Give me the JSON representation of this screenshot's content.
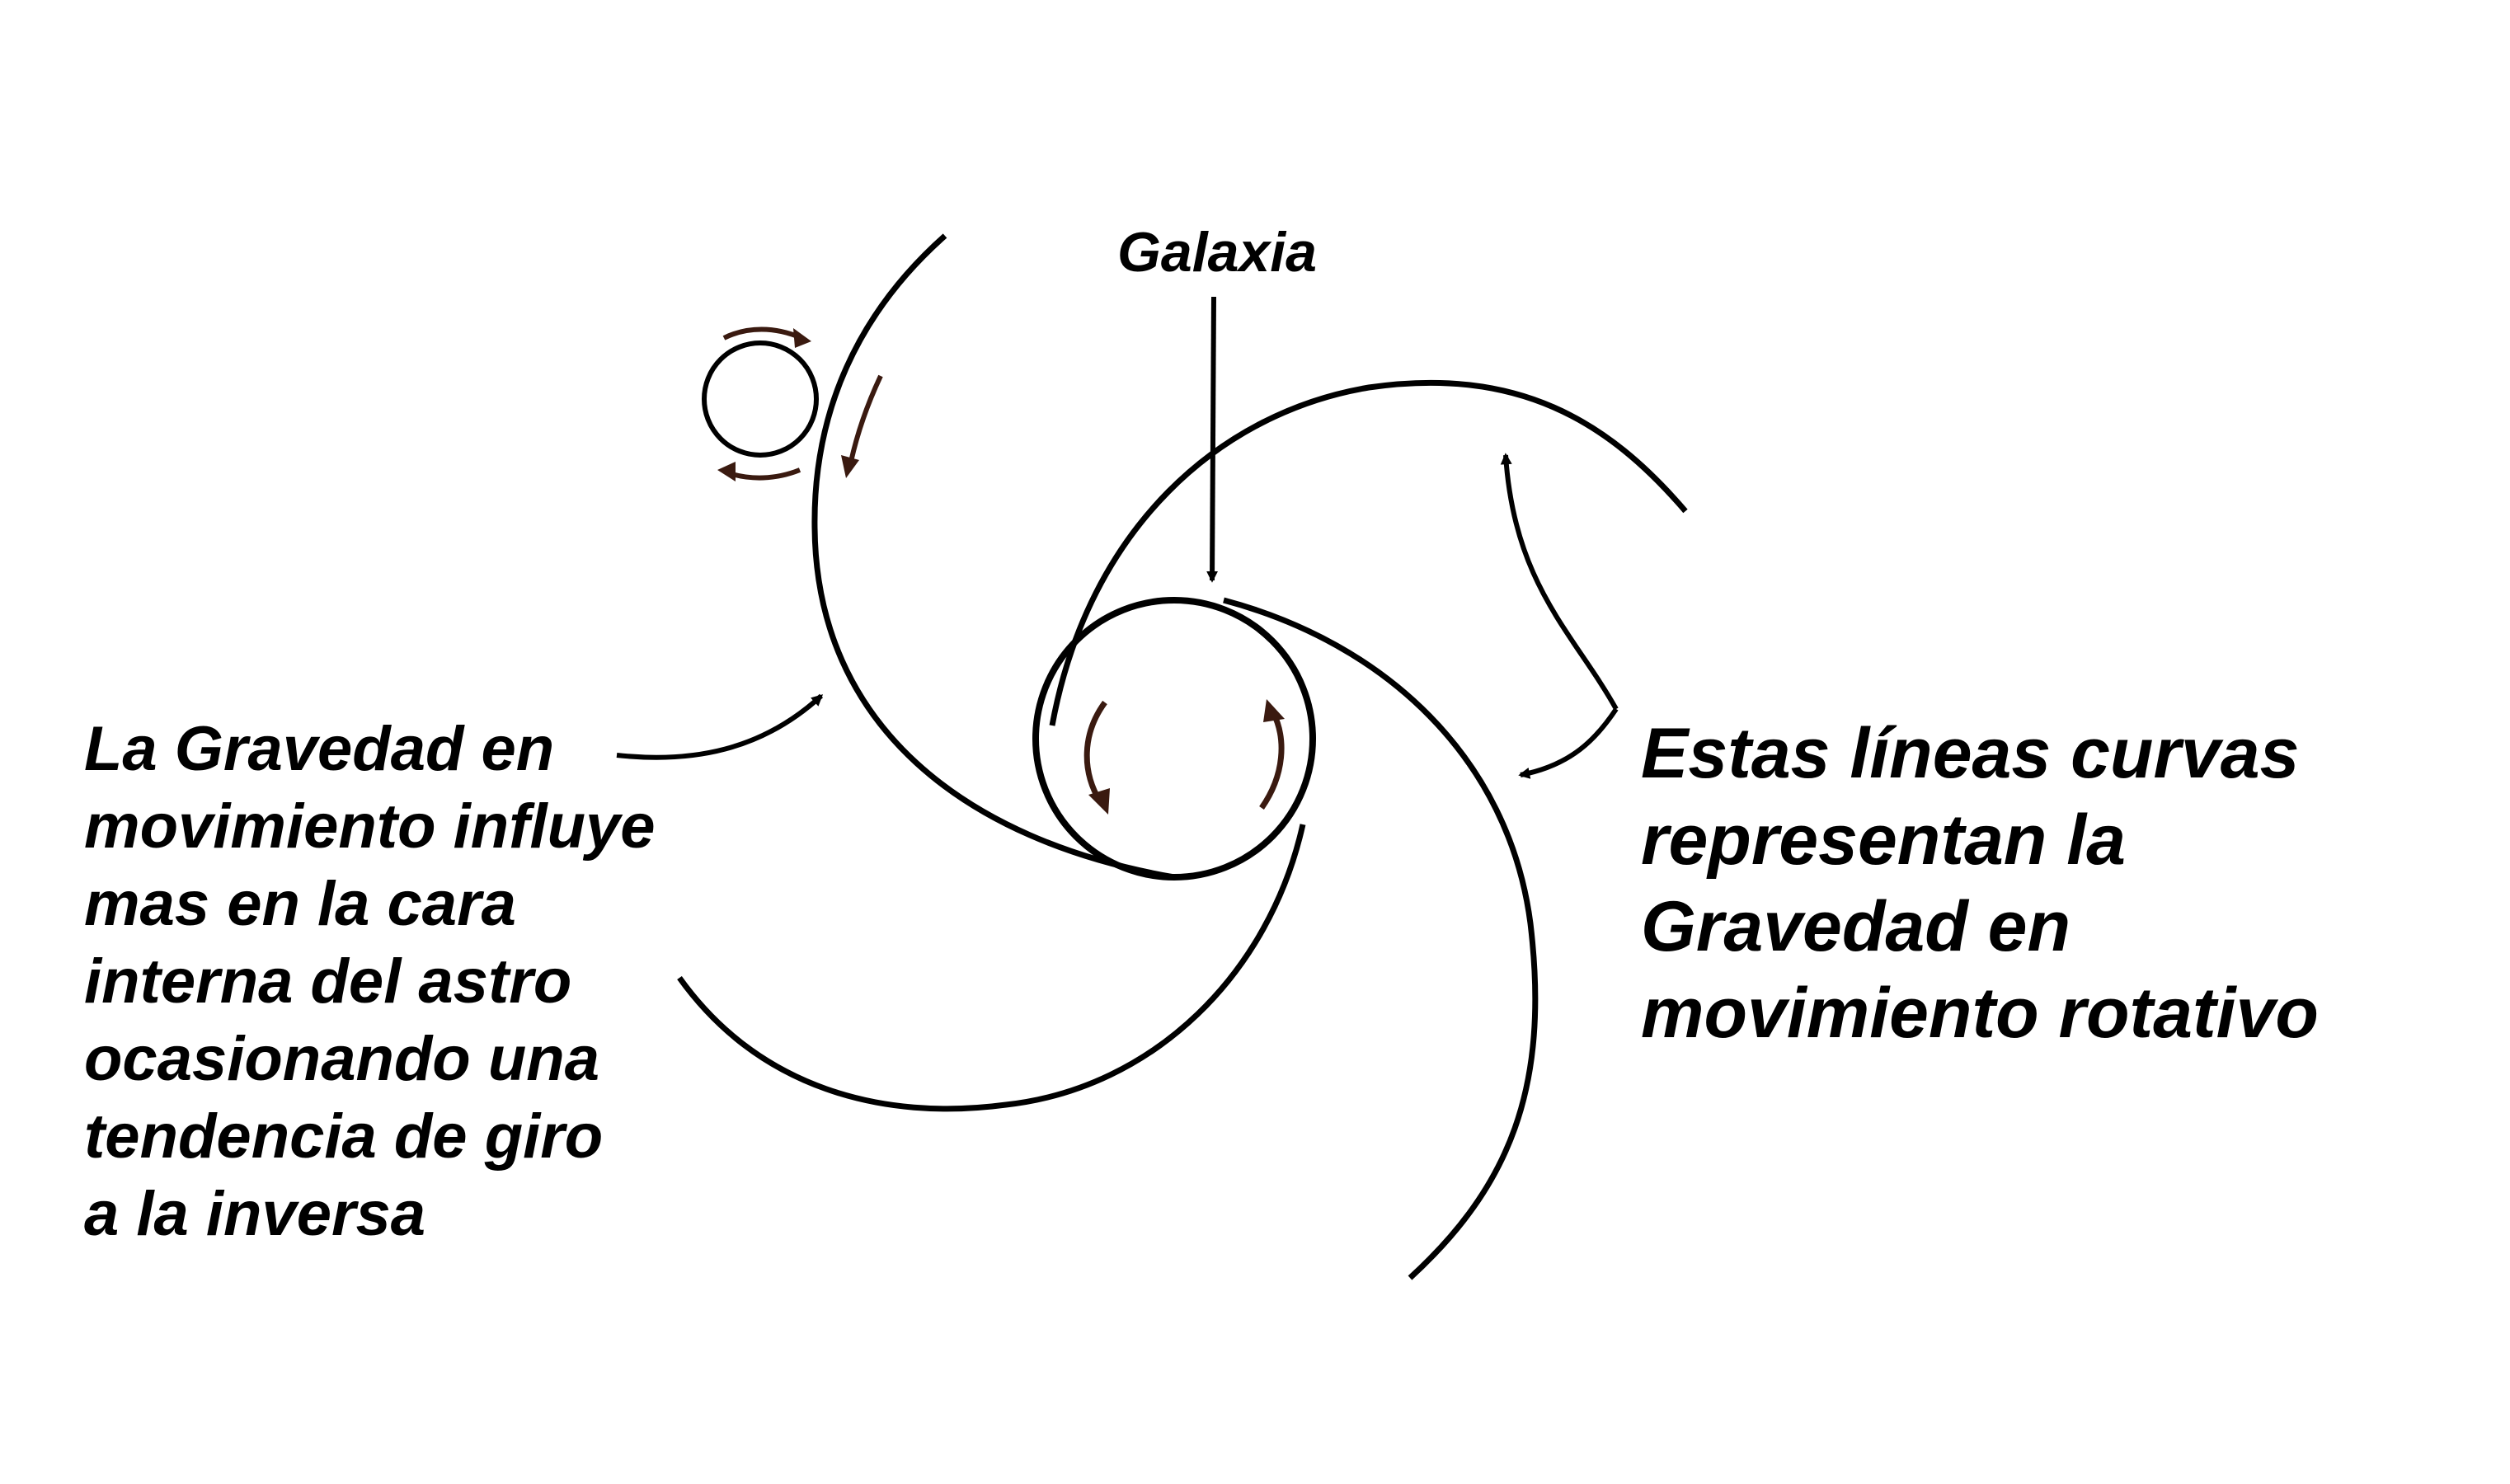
{
  "labels": {
    "galaxia": "Galaxia",
    "left_text": [
      "La Gravedad en",
      "movimiento influye",
      "mas en la cara",
      "interna del astro",
      "ocasionando una",
      "tendencia de giro",
      "a la inversa"
    ],
    "right_text": [
      "Estas líneas curvas",
      "representan la",
      "Gravedad en",
      "movimiento rotativo"
    ]
  },
  "colors": {
    "line": "#000000",
    "rotation_arrow": "#3a1a10",
    "background": "#ffffff"
  }
}
